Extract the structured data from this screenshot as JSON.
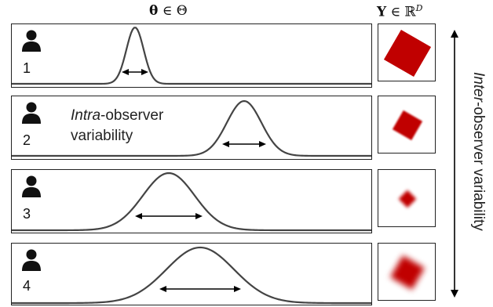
{
  "header": {
    "theta_symbol": "θ",
    "theta_rest": " ∈ Θ",
    "y_symbol": "Y",
    "y_rest": " ∈ ℝ",
    "y_sup": "D"
  },
  "intra_label": {
    "italic": "Intra",
    "rest_line1": "-observer",
    "line2": "variability"
  },
  "inter_label": {
    "italic": "Inter",
    "rest": "-observer variability"
  },
  "colors": {
    "curve": "#444444",
    "square": "#c00000",
    "border": "#222222"
  },
  "icons": {
    "observer": "person-icon"
  },
  "observers": [
    {
      "number": "1",
      "spread": 0.12,
      "blur": 0
    },
    {
      "number": "2",
      "spread": 0.22,
      "blur": 1
    },
    {
      "number": "3",
      "spread": 0.32,
      "blur": 2
    },
    {
      "number": "4",
      "spread": 0.42,
      "blur": 4
    }
  ]
}
